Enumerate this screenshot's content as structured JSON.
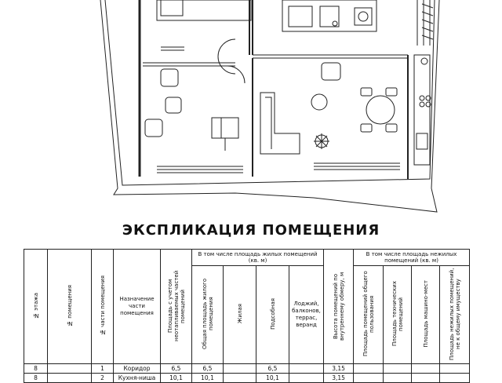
{
  "heading": "ЭКСПЛИКАЦИЯ ПОМЕЩЕНИЯ",
  "table": {
    "headers": {
      "floor": "№ этажа",
      "premise": "№ помещения",
      "part": "№ части помещения",
      "purpose": "Назначение части помещения",
      "total_with_nonheated": "Площадь с учетом неотапливаемых частей помещений",
      "residential_group": "В том числе площадь жилых помещений (кв. м)",
      "total_residential": "Общая площадь жилого помещения",
      "living": "Жилая",
      "auxiliary": "Подсобная",
      "loggias": "Лоджий, балконов, террас, веранд",
      "height": "Высота помещений по внутреннему обмеру, м",
      "nonresidential_group": "В том числе площадь нежилых помещений (кв. м)",
      "common_use": "Площадь помещений общего пользования",
      "technical": "Площадь технических помещений",
      "parking": "Площадь машино-мест",
      "nonresidential_common": "Площадь нежилых помещений, не к общему имуществу"
    },
    "rows": [
      {
        "floor": "8",
        "premise": "",
        "part": "1",
        "purpose": "Коридор",
        "total_with_nonheated": "6,5",
        "total_residential": "6,5",
        "living": "",
        "auxiliary": "6,5",
        "loggias": "",
        "height": "3,15"
      },
      {
        "floor": "8",
        "premise": "",
        "part": "2",
        "purpose": "Кухня-ниша",
        "total_with_nonheated": "10,1",
        "total_residential": "10,1",
        "living": "",
        "auxiliary": "10,1",
        "loggias": "",
        "height": "3,15"
      }
    ]
  }
}
